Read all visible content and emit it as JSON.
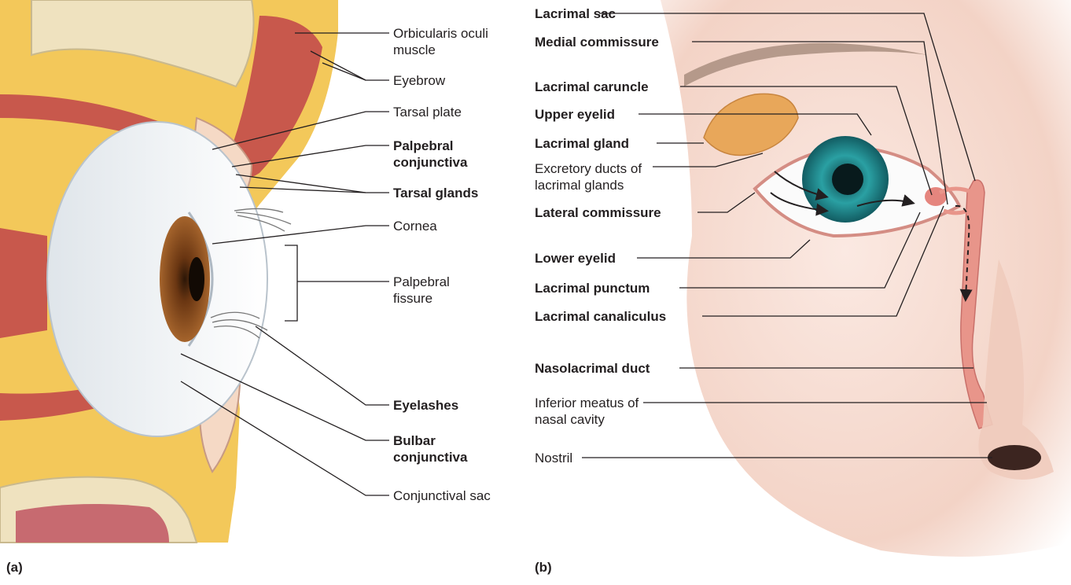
{
  "panel_a": {
    "letter": "(a)",
    "labels": {
      "orbicularis": "Orbicularis oculi muscle",
      "eyebrow": "Eyebrow",
      "tarsal_plate": "Tarsal plate",
      "palpebral_conjunctiva": "Palpebral conjunctiva",
      "tarsal_glands": "Tarsal glands",
      "cornea": "Cornea",
      "palpebral_fissure": "Palpebral fissure",
      "eyelashes": "Eyelashes",
      "bulbar_conjunctiva": "Bulbar conjunctiva",
      "conjunctival_sac": "Conjunctival sac"
    }
  },
  "panel_b": {
    "letter": "(b)",
    "labels": {
      "lacrimal_sac": "Lacrimal sac",
      "medial_commissure": "Medial commissure",
      "lacrimal_caruncle": "Lacrimal caruncle",
      "upper_eyelid": "Upper eyelid",
      "lacrimal_gland": "Lacrimal gland",
      "excretory_ducts": "Excretory ducts of lacrimal glands",
      "lateral_commissure": "Lateral commissure",
      "lower_eyelid": "Lower eyelid",
      "lacrimal_punctum": "Lacrimal punctum",
      "lacrimal_canaliculus": "Lacrimal canaliculus",
      "nasolacrimal_duct": "Nasolacrimal duct",
      "inferior_meatus": "Inferior meatus of nasal cavity",
      "nostril": "Nostril"
    }
  },
  "colors": {
    "fat": "#f3c85a",
    "muscle": "#c8584c",
    "bone": "#efe2bf",
    "sclera": "#f4f6f8",
    "iris_a": "#8a4a1c",
    "iris_b": "#1f8c8c",
    "skin": "#f4d7cc",
    "gland": "#e8a75a",
    "duct": "#e8958a"
  }
}
